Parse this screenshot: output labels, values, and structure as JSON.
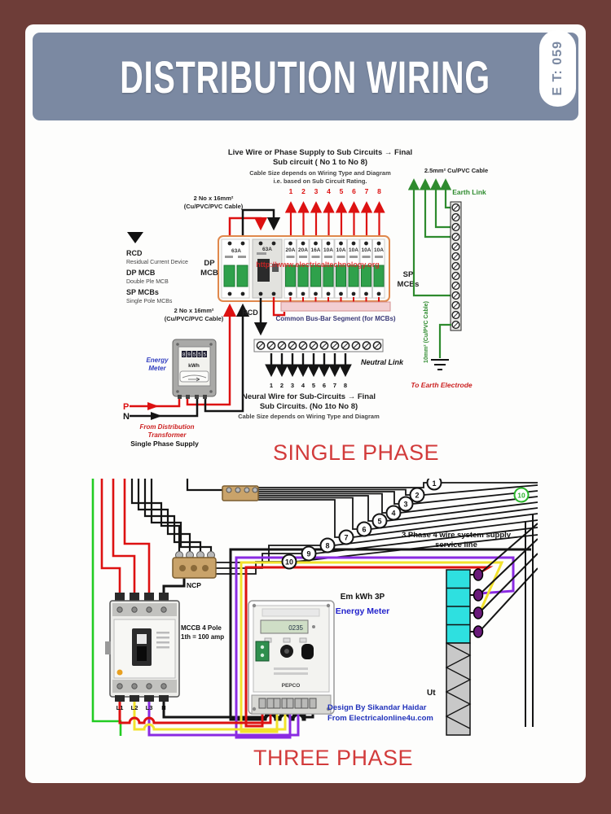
{
  "page": {
    "bg": "#6e3d38",
    "card_bg": "#fdfdfc"
  },
  "header": {
    "title": "DISTRIBUTION WIRING",
    "badge": "E T: 059",
    "bg": "#7b89a2"
  },
  "single_phase": {
    "section_label": "SINGLE PHASE",
    "supply_title_1": "Live Wire or Phase Supply to Sub Circuits → Final",
    "supply_title_2": "Sub circuit ( No 1 to No 8)",
    "supply_note_1": "Cable Size depends on Wiring Type and Diagram",
    "supply_note_2": "i.e. based on Sub Circuit Rating.",
    "circuit_numbers": [
      "1",
      "2",
      "3",
      "4",
      "5",
      "6",
      "7",
      "8"
    ],
    "cable_top_1": "2 No x 16mm²",
    "cable_top_2": "(Cu/PVC/PVC Cable)",
    "cable_bottom_1": "2 No x 16mm²",
    "cable_bottom_2": "(Cu/PVC/PVC Cable)",
    "legend_rcd": "RCD",
    "legend_rcd_desc": "Residual Current Device",
    "legend_dp": "DP MCB",
    "legend_dp_desc": "Double Ple MCB",
    "legend_sp": "SP MCBs",
    "legend_sp_desc": "Single Pole MCBs",
    "dp_label_1": "DP",
    "dp_label_2": "MCB",
    "sp_label_1": "SP",
    "sp_label_2": "MCBs",
    "rcd_label": "RCD",
    "breakers": [
      "63A",
      "63A",
      "20A",
      "20A",
      "16A",
      "10A",
      "10A",
      "10A",
      "10A",
      "10A"
    ],
    "watermark": "http://www.electricaltechnology.org",
    "busbar_label": "Common Bus-Bar Segment (for MCBs)",
    "neutral_link_label": "Neutral Link",
    "neutral_numbers": [
      "1",
      "2",
      "3",
      "4",
      "5",
      "6",
      "7",
      "8"
    ],
    "neutral_title_1": "Neural Wire for Sub-Circuits → Final",
    "neutral_title_2": "Sub Circuits. (No 1to No 8)",
    "neutral_note": "Cable Size depends on Wiring Type and Diagram",
    "meter_name_1": "Energy",
    "meter_name_2": "Meter",
    "meter_digits": [
      "8",
      "9",
      "5",
      "5",
      "5"
    ],
    "meter_unit": "kWh",
    "phase_label": "P",
    "neutral_label": "N",
    "source_1": "From Distribution",
    "source_2": "Transformer",
    "source_3": "Single Phase Supply",
    "earth_cable_label": "2.5mm² Cu/PVC  Cable",
    "earth_link_label": "Earth Link",
    "earth_main_label": "10mm² (Cu/PVC Cable)",
    "earth_electrode_label": "To Earth Electrode"
  },
  "three_phase": {
    "section_label": "THREE PHASE",
    "wire_numbers": [
      "1",
      "2",
      "3",
      "4",
      "5",
      "6",
      "7",
      "8",
      "9",
      "10"
    ],
    "green_badge": "10",
    "ncp_label": "NCP",
    "service_title_1": "3 Phase 4 wire system supply",
    "service_title_2": "service line",
    "meter_title": "Em kWh 3P",
    "meter_subtitle": "Energy Meter",
    "meter_brand": "PEPCO",
    "meter_lcd": "0235",
    "mccb_label_1": "MCCB 4 Pole",
    "mccb_label_2": "1th = 100 amp",
    "terminals": [
      "L1",
      "L2",
      "L3",
      "N"
    ],
    "pole_label": "Ut",
    "credit_1": "Design By Sikandar Haidar",
    "credit_2": "From Electricalonline4u.com"
  },
  "colors": {
    "accent_red": "#d23b3b",
    "wire_red": "#dd1111",
    "wire_black": "#141414",
    "wire_green": "#22bb22",
    "earth_green": "#2e8b2e",
    "wire_yellow": "#f2e22c",
    "wire_purple": "#8a2be2",
    "blue_text": "#2233cc",
    "header_bg": "#7b89a2",
    "page_bg": "#6e3d38",
    "panel_border": "#e0884c",
    "busbar_pink": "#f2ced2",
    "pole_cyan": "#2ee0e0",
    "brass": "#c9a36a"
  }
}
